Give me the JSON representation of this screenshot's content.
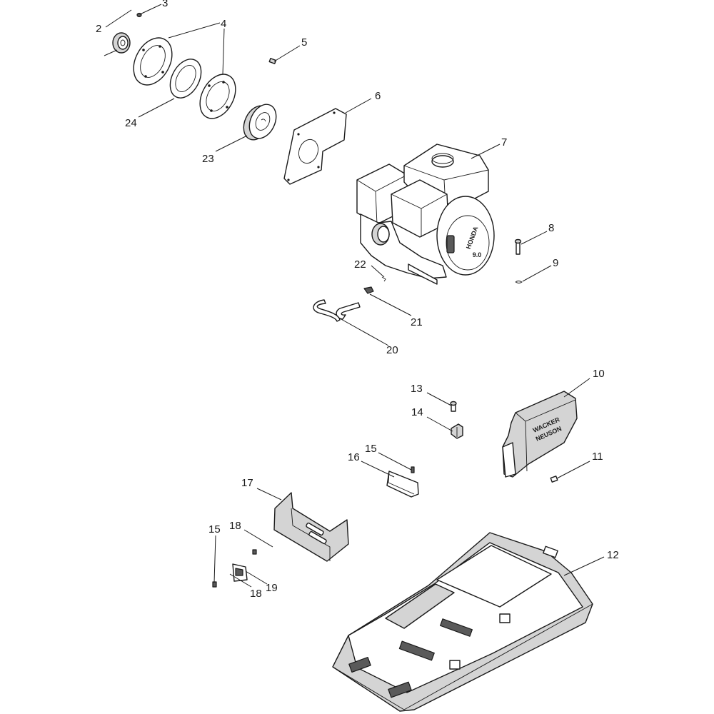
{
  "diagram": {
    "callouts": [
      {
        "id": "c2",
        "label": "2"
      },
      {
        "id": "c3",
        "label": "3"
      },
      {
        "id": "c4",
        "label": "4"
      },
      {
        "id": "c5",
        "label": "5"
      },
      {
        "id": "c6",
        "label": "6"
      },
      {
        "id": "c7",
        "label": "7"
      },
      {
        "id": "c8",
        "label": "8"
      },
      {
        "id": "c9",
        "label": "9"
      },
      {
        "id": "c10",
        "label": "10"
      },
      {
        "id": "c11",
        "label": "11"
      },
      {
        "id": "c12",
        "label": "12"
      },
      {
        "id": "c13",
        "label": "13"
      },
      {
        "id": "c14",
        "label": "14"
      },
      {
        "id": "c15a",
        "label": "15"
      },
      {
        "id": "c15b",
        "label": "15"
      },
      {
        "id": "c16",
        "label": "16"
      },
      {
        "id": "c17",
        "label": "17"
      },
      {
        "id": "c18a",
        "label": "18"
      },
      {
        "id": "c18b",
        "label": "18"
      },
      {
        "id": "c19",
        "label": "19"
      },
      {
        "id": "c20",
        "label": "20"
      },
      {
        "id": "c21",
        "label": "21"
      },
      {
        "id": "c22",
        "label": "22"
      },
      {
        "id": "c23",
        "label": "23"
      },
      {
        "id": "c24",
        "label": "24"
      }
    ],
    "engine_badge": {
      "brand": "HONDA",
      "model": "9.0"
    },
    "cover_logo": {
      "line1": "WACKER",
      "line2": "NEUSON"
    }
  }
}
